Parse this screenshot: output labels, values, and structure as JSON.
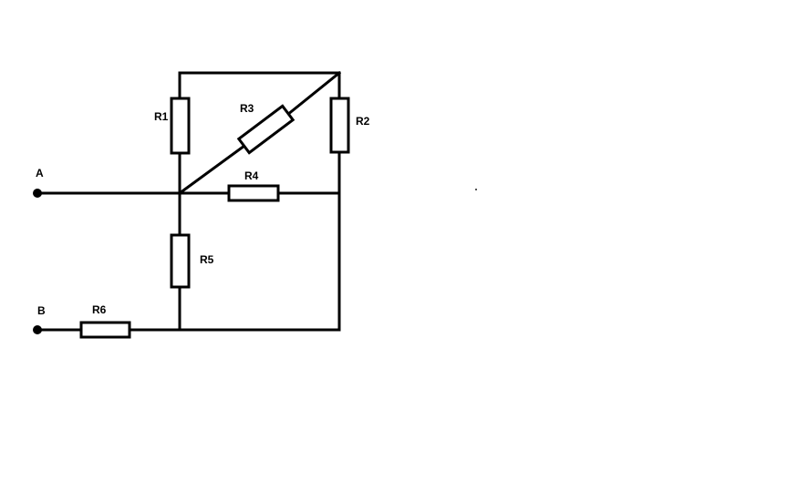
{
  "diagram": {
    "terminals": {
      "a": "A",
      "b": "B"
    },
    "resistors": {
      "r1": "R1",
      "r2": "R2",
      "r3": "R3",
      "r4": "R4",
      "r5": "R5",
      "r6": "R6"
    }
  }
}
